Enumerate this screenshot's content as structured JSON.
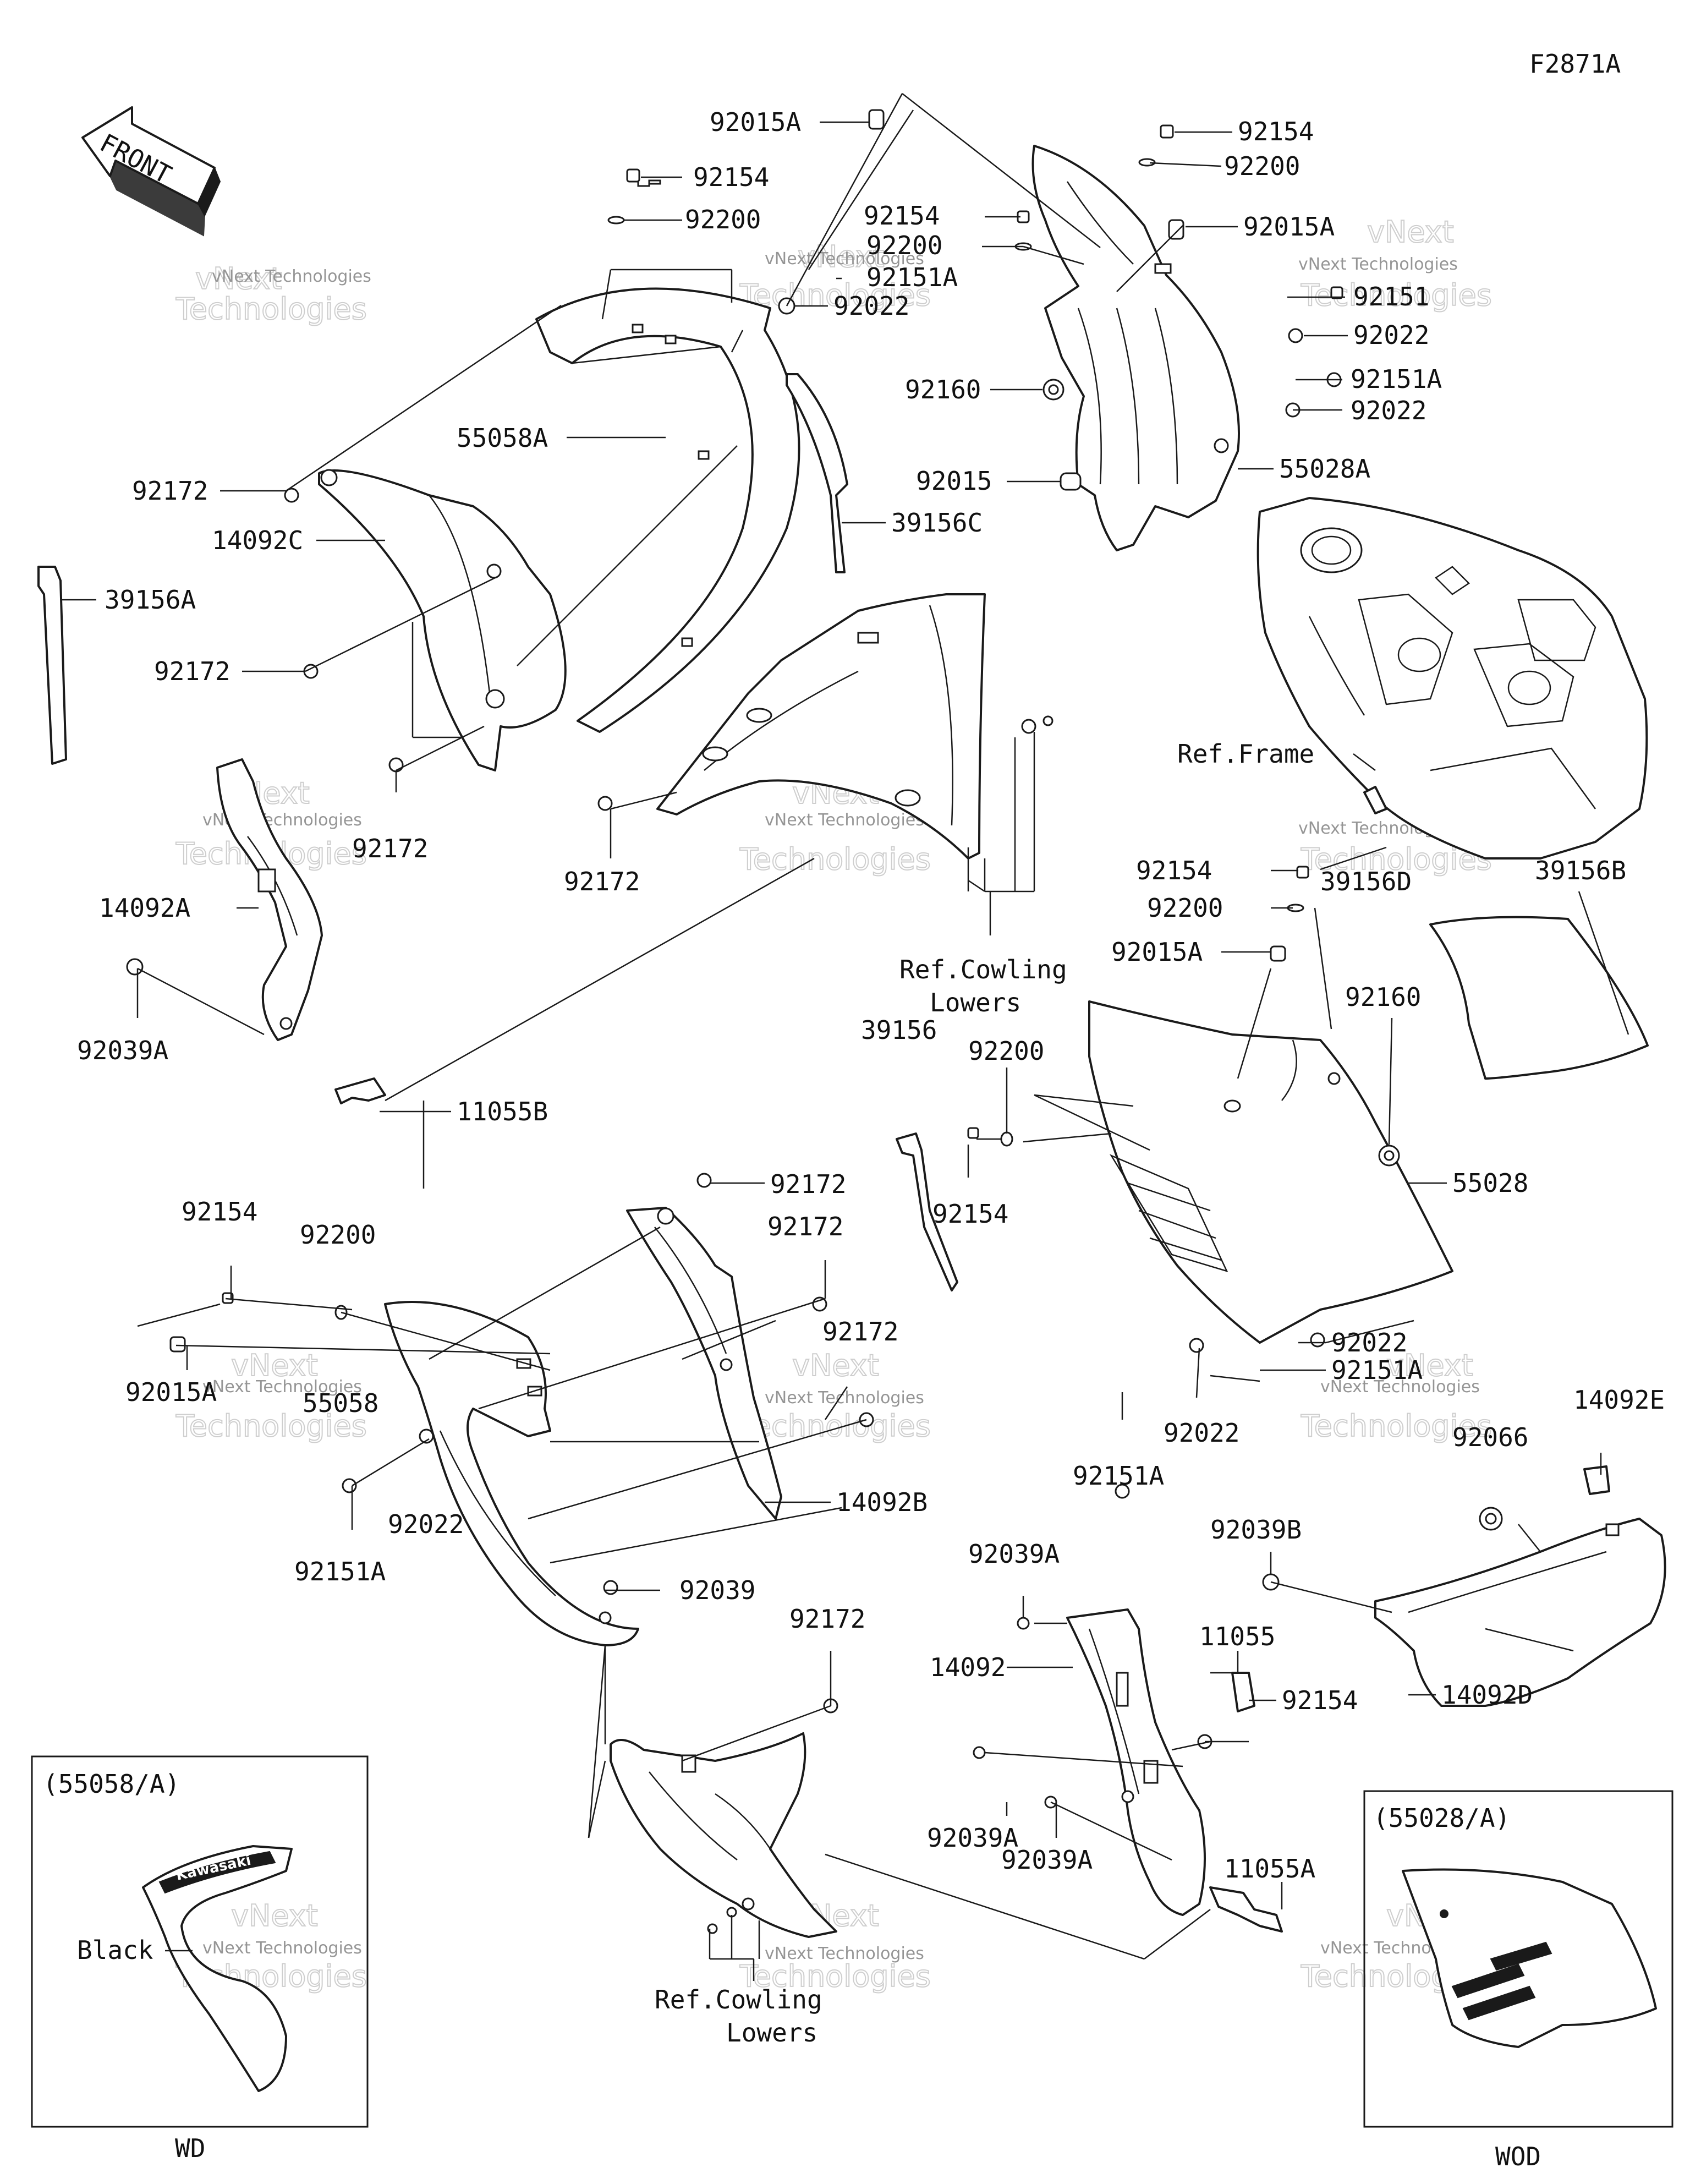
{
  "figure_code": "F2871A",
  "front_arrow": "FRONT",
  "watermark": {
    "line1": "vNext Technologies",
    "big1": "vNext",
    "big2": "Technologies"
  },
  "part_labels": {
    "p_92015A_top": "92015A",
    "p_92154_a": "92154",
    "p_92200_a": "92200",
    "p_92154_b": "92154",
    "p_92200_b": "92200",
    "p_92151A_a": "92151A",
    "p_92022_a": "92022",
    "p_92154_c": "92154",
    "p_92200_c": "92200",
    "p_92015A_b": "92015A",
    "p_92151": "92151",
    "p_92022_b": "92022",
    "p_92151A_b": "92151A",
    "p_92022_c": "92022",
    "p_92160_a": "92160",
    "p_92015": "92015",
    "p_55028A": "55028A",
    "p_55058A": "55058A",
    "p_39156C": "39156C",
    "p_92172_a": "92172",
    "p_14092C": "14092C",
    "p_39156A": "39156A",
    "p_92172_b": "92172",
    "p_92172_c": "92172",
    "p_92172_d": "92172",
    "p_14092A": "14092A",
    "p_92039A_a": "92039A",
    "p_11055B": "11055B",
    "p_ref_frame": "Ref.Frame",
    "p_92154_d": "92154",
    "p_39156D": "39156D",
    "p_39156B": "39156B",
    "p_92200_d": "92200",
    "p_92015A_c": "92015A",
    "p_92160_b": "92160",
    "p_ref_cowling_1a": "Ref.Cowling",
    "p_ref_cowling_1b": "Lowers",
    "p_39156": "39156",
    "p_92200_e": "92200",
    "p_92154_e": "92154",
    "p_55028": "55028",
    "p_92022_d": "92022",
    "p_92151A_c": "92151A",
    "p_92022_e": "92022",
    "p_92151A_d": "92151A",
    "p_14092E": "14092E",
    "p_92066": "92066",
    "p_92154_f": "92154",
    "p_92200_f": "92200",
    "p_92172_e": "92172",
    "p_92172_f": "92172",
    "p_92172_g": "92172",
    "p_92015A_d": "92015A",
    "p_55058": "55058",
    "p_92022_f": "92022",
    "p_92151A_e": "92151A",
    "p_14092B": "14092B",
    "p_92039": "92039",
    "p_92039A_b": "92039A",
    "p_92039B": "92039B",
    "p_14092": "14092",
    "p_11055": "11055",
    "p_14092D": "14092D",
    "p_92154_g": "92154",
    "p_92172_h": "92172",
    "p_92039A_c": "92039A",
    "p_92039A_d": "92039A",
    "p_11055A": "11055A",
    "p_ref_cowling_2a": "Ref.Cowling",
    "p_ref_cowling_2b": "Lowers"
  },
  "inset_left": {
    "title": "(55058/A)",
    "color_label": "Black",
    "badge": "Kawasaki",
    "caption": "WD"
  },
  "inset_right": {
    "title": "(55028/A)",
    "caption": "WOD"
  }
}
